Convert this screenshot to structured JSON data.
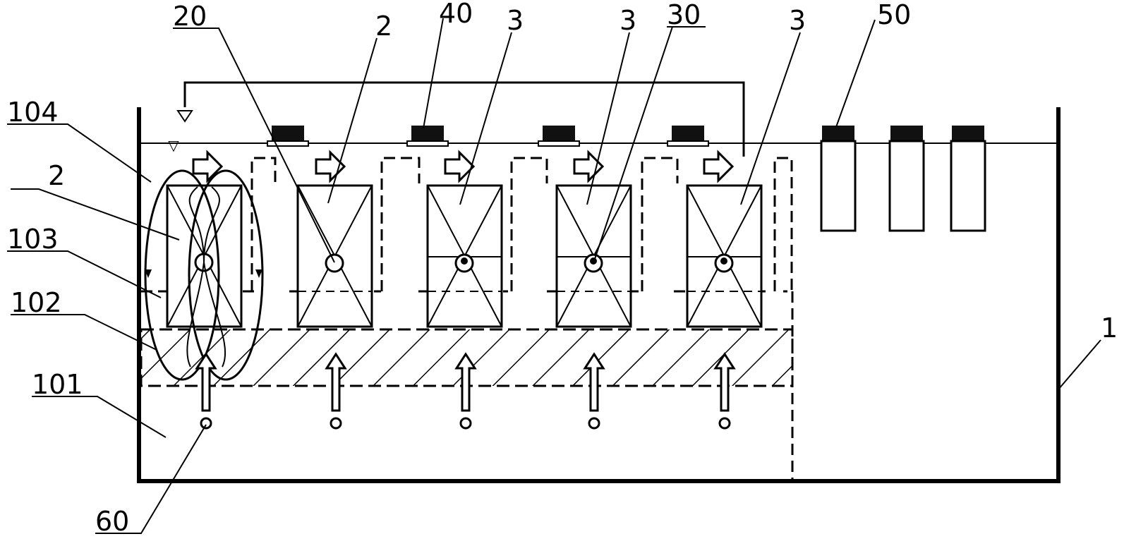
{
  "labels": {
    "l104": "104",
    "l2a": "2",
    "l103": "103",
    "l102": "102",
    "l101": "101",
    "l60": "60",
    "l20": "20",
    "l2b": "2",
    "l40": "40",
    "l3a": "3",
    "l3b": "3",
    "l30": "30",
    "l3c": "3",
    "l50": "50",
    "l1": "1"
  }
}
